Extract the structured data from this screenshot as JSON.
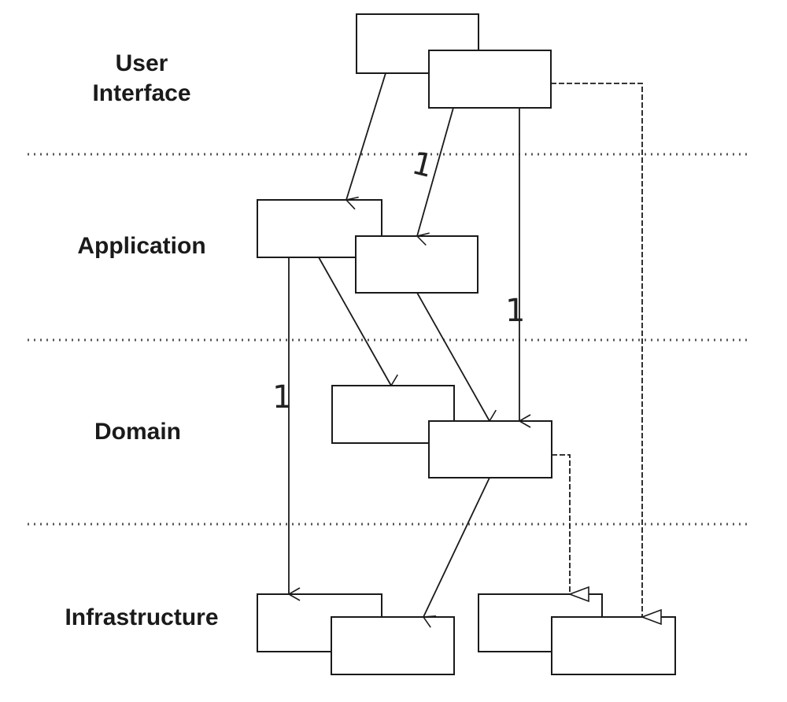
{
  "layers": {
    "user_interface": "User\nInterface",
    "application": "Application",
    "domain": "Domain",
    "infrastructure": "Infrastructure"
  },
  "annotations": {
    "ui_to_app_multiplicity": "1",
    "ui_to_domain_multiplicity": "1",
    "app_to_infra_multiplicity": "1"
  },
  "colors": {
    "stroke": "#1a1a1a",
    "faint_stroke": "#888888",
    "separator": "#555555"
  }
}
